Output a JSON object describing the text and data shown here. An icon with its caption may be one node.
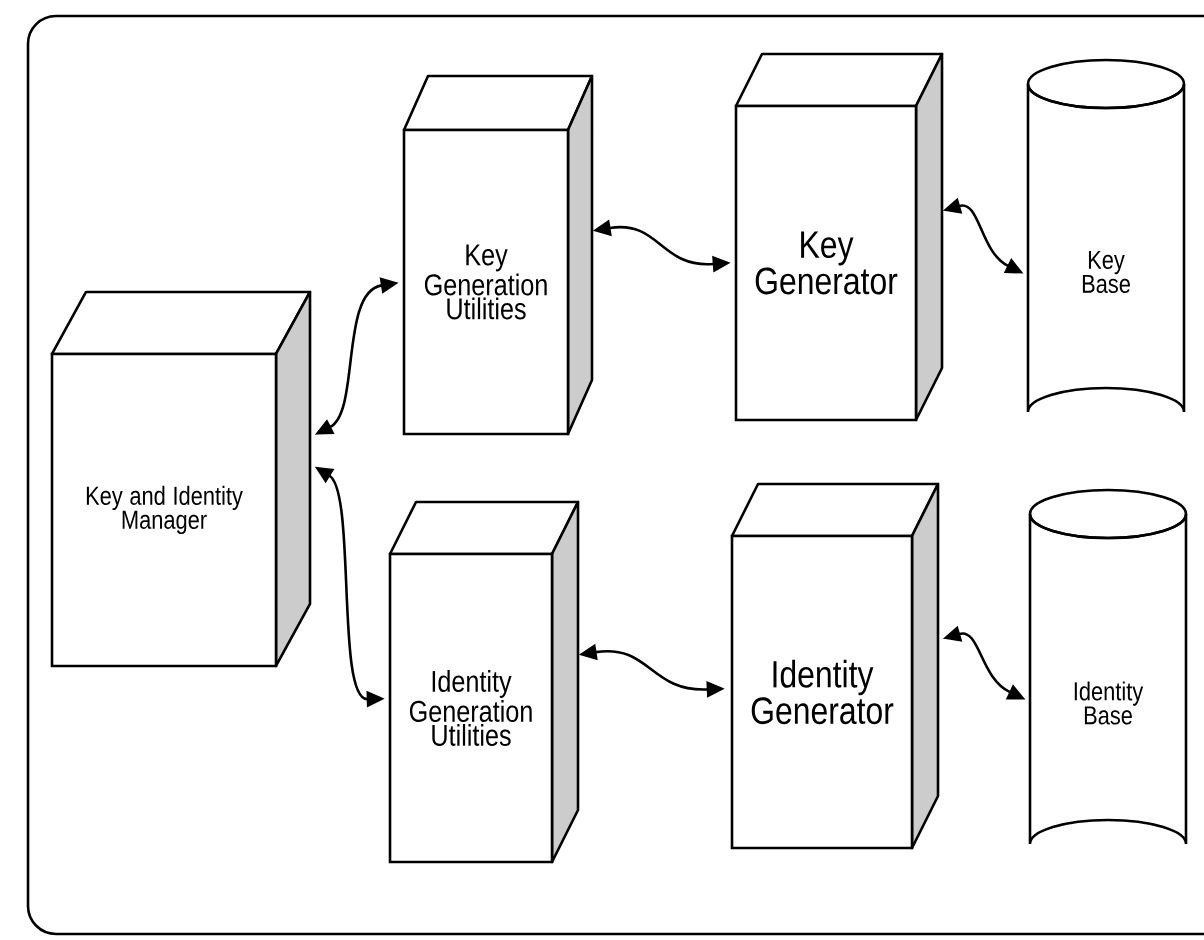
{
  "diagram": {
    "nodes": [
      {
        "text": [
          "Key and Identity Manager"
        ]
      },
      {
        "text": [
          "Key Generation Utilities"
        ]
      },
      {
        "text": [
          "Key Generator"
        ]
      },
      {
        "text": [
          "Key Base"
        ]
      },
      {
        "text": [
          "Identity Generation Utilities"
        ]
      },
      {
        "text": [
          "Identity Generator"
        ]
      },
      {
        "text": [
          "Identity Base"
        ]
      }
    ],
    "edges": [
      {
        "from": 0,
        "to": 1,
        "arrow": "both"
      },
      {
        "from": 0,
        "to": 4,
        "arrow": "both"
      },
      {
        "from": 1,
        "to": 2,
        "arrow": "both"
      },
      {
        "from": 2,
        "to": 3,
        "arrow": "both"
      },
      {
        "from": 4,
        "to": 5,
        "arrow": "both"
      },
      {
        "from": 5,
        "to": 6,
        "arrow": "both"
      }
    ]
  }
}
